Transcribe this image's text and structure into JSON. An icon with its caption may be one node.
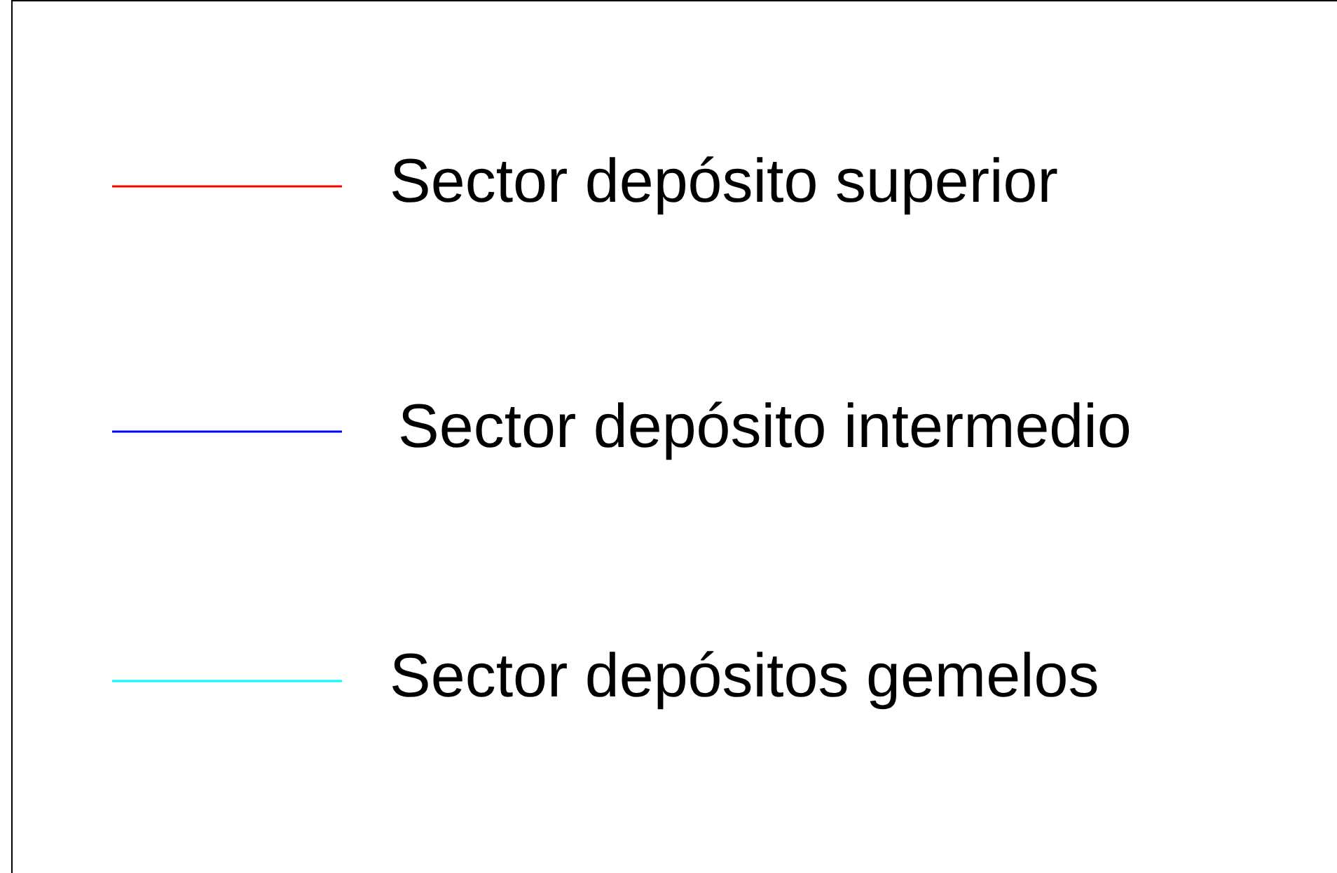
{
  "diagram": {
    "legend": [
      {
        "text": "Sector depósito superior",
        "color": "#ff0000"
      },
      {
        "text": "Sector depósito intermedio",
        "color": "#0000ff"
      },
      {
        "text": "Sector depósitos gemelos",
        "color": "#00ffff"
      }
    ]
  }
}
